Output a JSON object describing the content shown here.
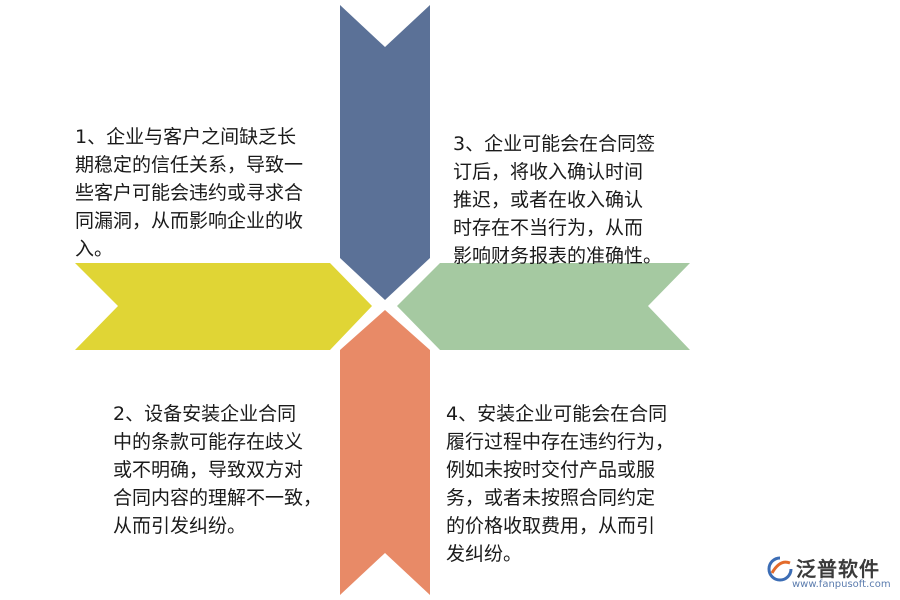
{
  "diagram": {
    "colors": {
      "top_arrow": "#5b7197",
      "left_arrow": "#e0d535",
      "right_arrow": "#a5c9a1",
      "bottom_arrow": "#e88a67"
    },
    "items": [
      {
        "id": 1,
        "text": "1、企业与客户之间缺乏长\n期稳定的信任关系，导致一\n些客户可能会违约或寻求合\n同漏洞，从而影响企业的收\n入。"
      },
      {
        "id": 2,
        "text": "2、设备安装企业合同\n中的条款可能存在歧义\n或不明确，导致双方对\n合同内容的理解不一致，\n从而引发纠纷。"
      },
      {
        "id": 3,
        "text": "3、企业可能会在合同签\n订后，将收入确认时间\n推迟，或者在收入确认\n时存在不当行为，从而\n影响财务报表的准确性。"
      },
      {
        "id": 4,
        "text": "4、安装企业可能会在合同\n履行过程中存在违约行为，\n例如未按时交付产品或服\n务，或者未按照合同约定\n的价格收取费用，从而引\n发纠纷。"
      }
    ]
  },
  "logo": {
    "name": "泛普软件",
    "url": "www.fanpusoft.com",
    "icon": "fanpu-logo-icon"
  }
}
